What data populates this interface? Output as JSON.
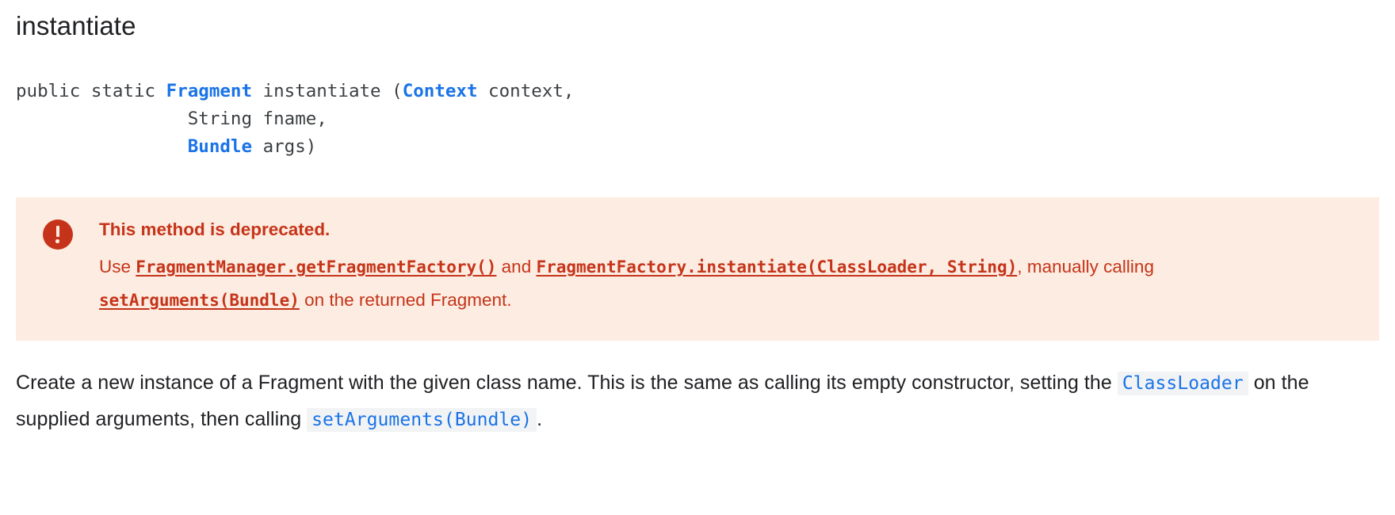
{
  "page": {
    "member_title": "instantiate"
  },
  "signature": {
    "line1_prefix": "public static ",
    "line1_return_type": "Fragment",
    "line1_name": " instantiate (",
    "line1_param_type": "Context",
    "line1_param_name": " context,",
    "line2": "                String fname,",
    "line3_indent": "                ",
    "line3_param_type": "Bundle",
    "line3_param_name": " args)"
  },
  "deprecation_banner": {
    "icon": "alert-circle-icon",
    "heading": "This method is deprecated.",
    "text_before_link1": "Use ",
    "link1": "FragmentManager.getFragmentFactory()",
    "text_between_links": " and ",
    "link2": "FragmentFactory.instantiate(ClassLoader, String)",
    "text_after_link2": ",",
    "line2_before_link3": "manually calling ",
    "link3": "setArguments(Bundle)",
    "line2_after_link3": " on the returned Fragment.",
    "background_color": "#fdece1",
    "accent_color": "#c5341a"
  },
  "description": {
    "part1": "Create a new instance of a Fragment with the given class name. This is the same as calling its empty constructor, setting the ",
    "code1": "ClassLoader",
    "part2": " on the supplied arguments, then calling ",
    "code2": "setArguments(Bundle)",
    "part3": "."
  }
}
